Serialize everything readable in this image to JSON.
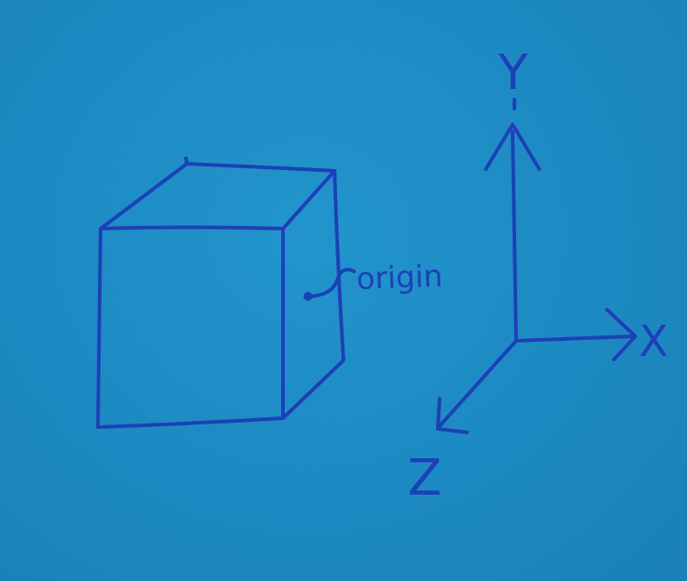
{
  "diagram": {
    "origin_label": "origin",
    "axes": {
      "x_label": "X",
      "y_label": "Y",
      "z_label": "Z"
    }
  },
  "colors": {
    "paper": "#1d8cc4",
    "ink": "#1f3fb8"
  }
}
